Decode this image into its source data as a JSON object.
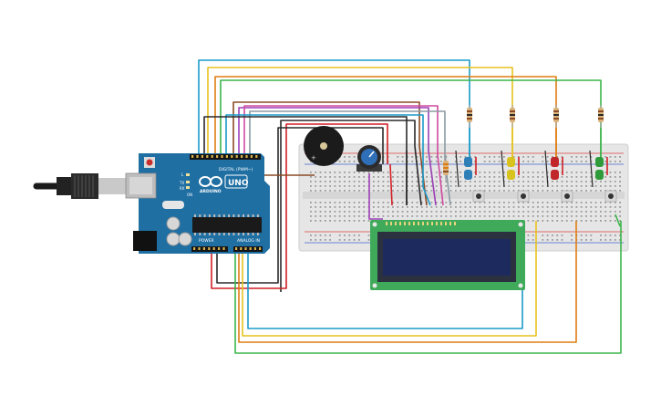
{
  "arduino": {
    "brand": "ARDUINO",
    "model": "UNO",
    "digital_label": "DIGITAL (PWM~)",
    "power_label": "POWER",
    "analog_label": "ANALOG IN",
    "tx_label": "TX",
    "rx_label": "RX",
    "l_label": "L",
    "on_label": "ON",
    "board_color": "#1f6fa3"
  },
  "breadboard": {
    "color": "#e6e6e6"
  },
  "buzzer": {
    "plus_label": "+"
  },
  "lcd": {
    "pcb_color": "#3faa5a",
    "screen_color": "#1c2a5e"
  },
  "leds": [
    {
      "color_name": "blue",
      "color": "#2e7fb8"
    },
    {
      "color_name": "yellow",
      "color": "#d8c21e"
    },
    {
      "color_name": "red",
      "color": "#c0262a"
    },
    {
      "color_name": "green",
      "color": "#2e9a3a"
    }
  ],
  "wire_colors": {
    "blue": "#1a9bc9",
    "yellow": "#e6c21d",
    "orange": "#e07d12",
    "green": "#3bb54a",
    "red": "#d21f26",
    "black": "#2a2a2a",
    "brown": "#8a4b25",
    "purple": "#9b3fb5",
    "pink": "#d04aa0",
    "grey": "#8b9aa4"
  }
}
